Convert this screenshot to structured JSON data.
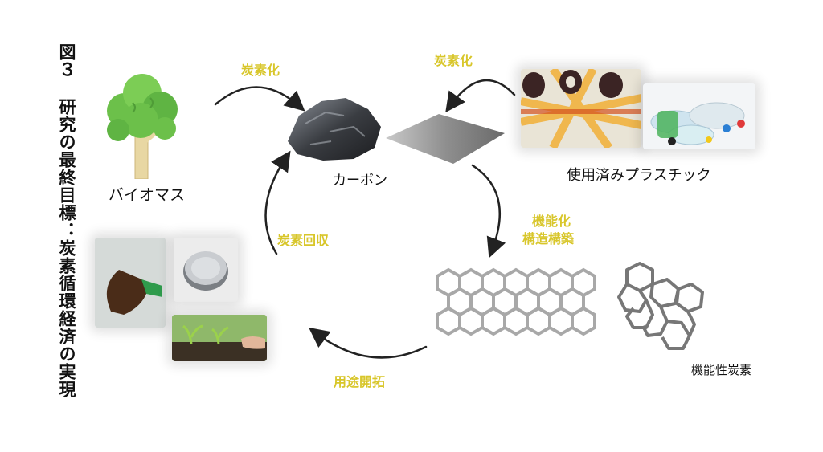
{
  "title": {
    "figure_label": "図３",
    "text": "研究の最終目標：炭素循環経済の実現"
  },
  "nodes": {
    "biomass": "バイオマス",
    "carbon": "カーボン",
    "used_plastic": "使用済みプラスチック",
    "functional_carbon": "機能性炭素"
  },
  "arrows": {
    "carbonization_left": "炭素化",
    "carbonization_right": "炭素化",
    "functionalization_line1": "機能化",
    "functionalization_line2": "構造構築",
    "carbon_recovery": "炭素回収",
    "application_development": "用途開拓"
  },
  "colors": {
    "arrow_label": "#d8c62a",
    "arrow": "#222222",
    "tree_leaves": "#6cc04a",
    "tree_trunk": "#e2cf9a"
  }
}
